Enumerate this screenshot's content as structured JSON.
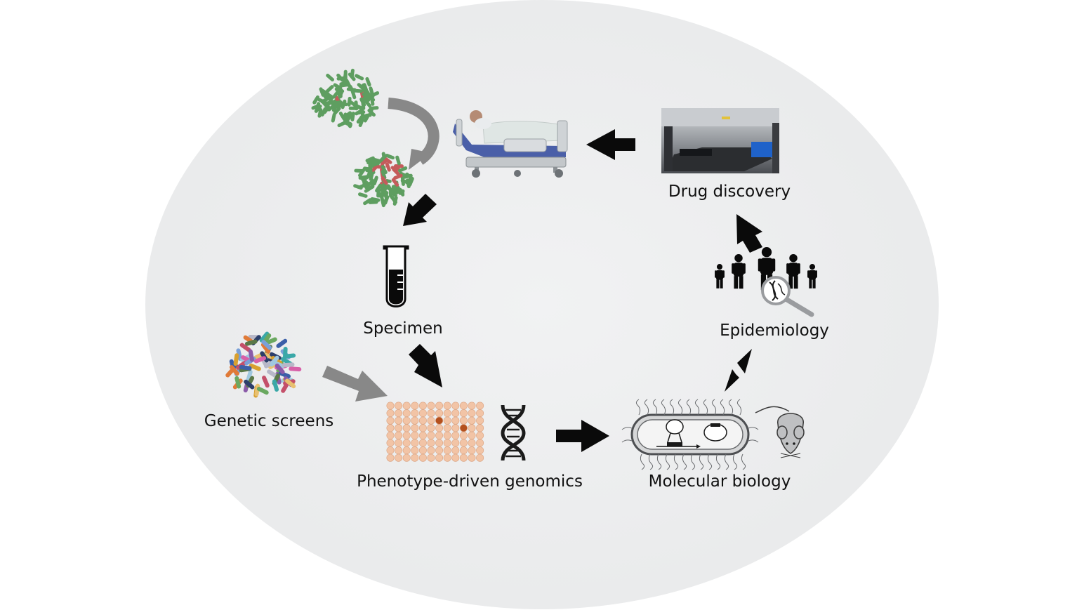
{
  "labels": {
    "drug_discovery": "Drug discovery",
    "specimen": "Specimen",
    "epidemiology": "Epidemiology",
    "genetic_screens": "Genetic screens",
    "phenotype_genomics": "Phenotype-driven genomics",
    "molecular_biology": "Molecular biology"
  },
  "colors": {
    "background_ellipse": "#eeeff0",
    "bacteria_green": "#5e9e60",
    "bacteria_red": "#c55b5b",
    "arrow_black": "#0a0a0a",
    "arrow_gray": "#888888",
    "plate_well": "#f2c4a6",
    "plate_hit": "#b4501e"
  },
  "icons": [
    "green-bacteria-cluster-icon",
    "resistant-bacteria-cluster-icon",
    "patient-bed-icon",
    "lab-instrument-photo",
    "test-tube-icon",
    "population-magnifier-icon",
    "mixed-bacteria-library-icon",
    "well-plate-icon",
    "dna-helix-icon",
    "bacterium-cell-icon",
    "mouse-icon"
  ]
}
